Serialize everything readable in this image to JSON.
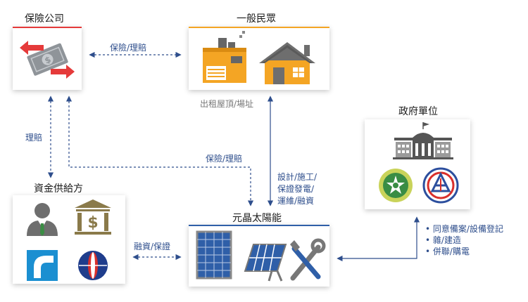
{
  "nodes": {
    "insurance": {
      "title": "保險公司"
    },
    "public": {
      "title": "一般民眾"
    },
    "government": {
      "title": "政府單位"
    },
    "funder": {
      "title": "資金供給方"
    },
    "solar": {
      "title": "元晶太陽能"
    }
  },
  "edges": {
    "insurance_public": "保險/理賠",
    "claims": "理賠",
    "insurance_solar": "保險/理賠",
    "rent": "出租屋頂/場址",
    "design_lines": [
      "設計/施工/",
      "保證發電/",
      "運維/融資"
    ],
    "finance": "融資/保證",
    "gov_items": [
      "同意備案/設備登記",
      "雜/建造",
      "併聯/購電"
    ]
  },
  "colors": {
    "insurance_accent": "#e53a3a",
    "public_accent": "#f4a524",
    "solar_accent": "#2f5fa8",
    "arrow": "#2e4e8c"
  },
  "icons": {
    "insurance": "money-transfer-icon",
    "public": [
      "factory-icon",
      "house-icon"
    ],
    "government": [
      "government-building-icon",
      "bureau-of-energy-seal-icon",
      "taipower-logo-icon"
    ],
    "funder": [
      "businessman-icon",
      "bank-icon",
      "finance-logo-icon",
      "bank-logo-icon"
    ],
    "solar": [
      "solar-panel-icon",
      "solar-array-icon",
      "tools-icon"
    ]
  }
}
